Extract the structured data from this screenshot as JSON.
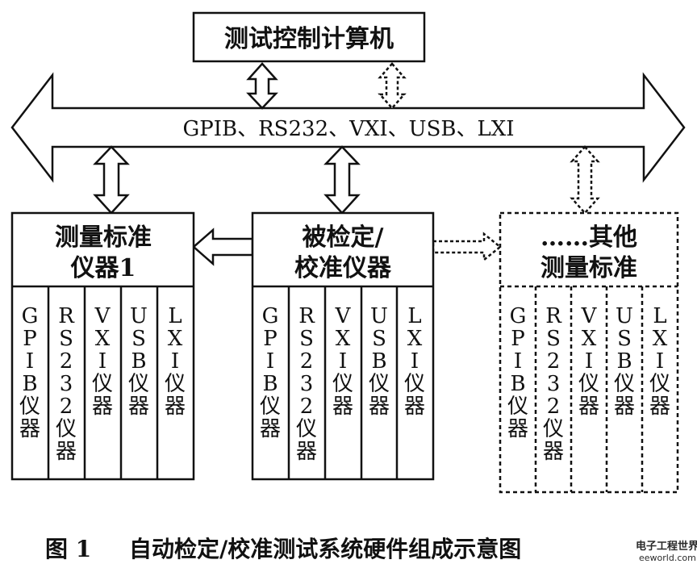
{
  "computer": {
    "label": "测试控制计算机"
  },
  "bus": {
    "label": "GPIB、RS232、VXI、USB、LXI"
  },
  "standard_box": {
    "title_line1": "测量标准",
    "title_line2": "仪器1",
    "columns": [
      "GPIB仪器",
      "RS232仪器",
      "VXI仪器",
      "USB仪器",
      "LXI仪器"
    ]
  },
  "dut_box": {
    "title_line1": "被检定/",
    "title_line2": "校准仪器",
    "columns": [
      "GPIB仪器",
      "RS232仪器",
      "VXI仪器",
      "USB仪器",
      "LXI仪器"
    ]
  },
  "other_box": {
    "title_line1": "……其他",
    "title_line2": "测量标准",
    "columns": [
      "GPIB仪器",
      "RS232仪器",
      "VXI仪器",
      "USB仪器",
      "LXI仪器"
    ]
  },
  "caption": {
    "figure": "图 1",
    "text": "自动检定/校准测试系统硬件组成示意图"
  },
  "watermark": {
    "text": "电子工程世界",
    "url": "eeworld.com.cn"
  }
}
